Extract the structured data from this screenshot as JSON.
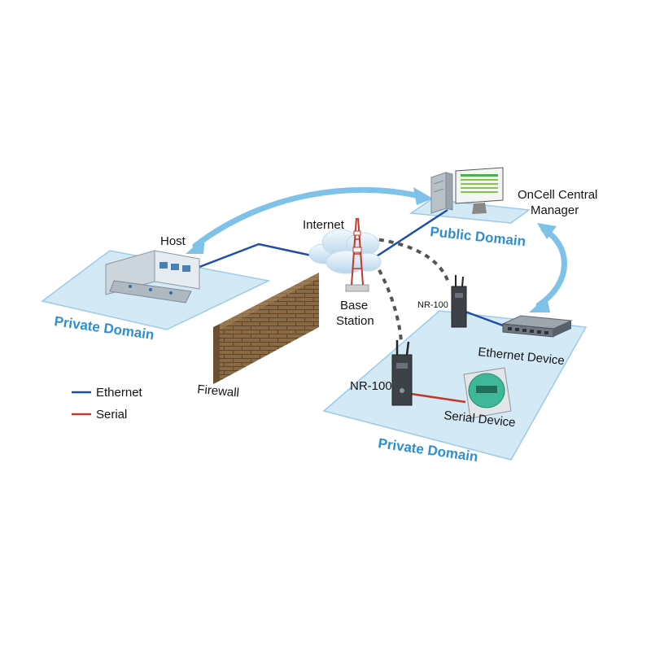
{
  "colors": {
    "ethernet": "#1d4fa8",
    "serial": "#c0392b",
    "domain_label": "#2e8fd0",
    "platform_fill": "#d4e9f6",
    "platform_stroke": "#9ccbe8",
    "arrow": "#7ec2ea",
    "wireless": "#555555"
  },
  "labels": {
    "host": "Host",
    "internet": "Internet",
    "base_station": [
      "Base",
      "Station"
    ],
    "oncell_central_manager": [
      "OnCell Central",
      "Manager"
    ],
    "public_domain": "Public Domain",
    "private_domain_left": "Private Domain",
    "private_domain_right": "Private Domain",
    "firewall": "Firewall",
    "nr100_upper": "NR-100",
    "nr100_lower": "NR-100",
    "ethernet_device": "Ethernet Device",
    "serial_device": "Serial Device"
  },
  "legend": [
    {
      "label": "Ethernet",
      "color": "#1d4fa8"
    },
    {
      "label": "Serial",
      "color": "#c0392b"
    }
  ]
}
